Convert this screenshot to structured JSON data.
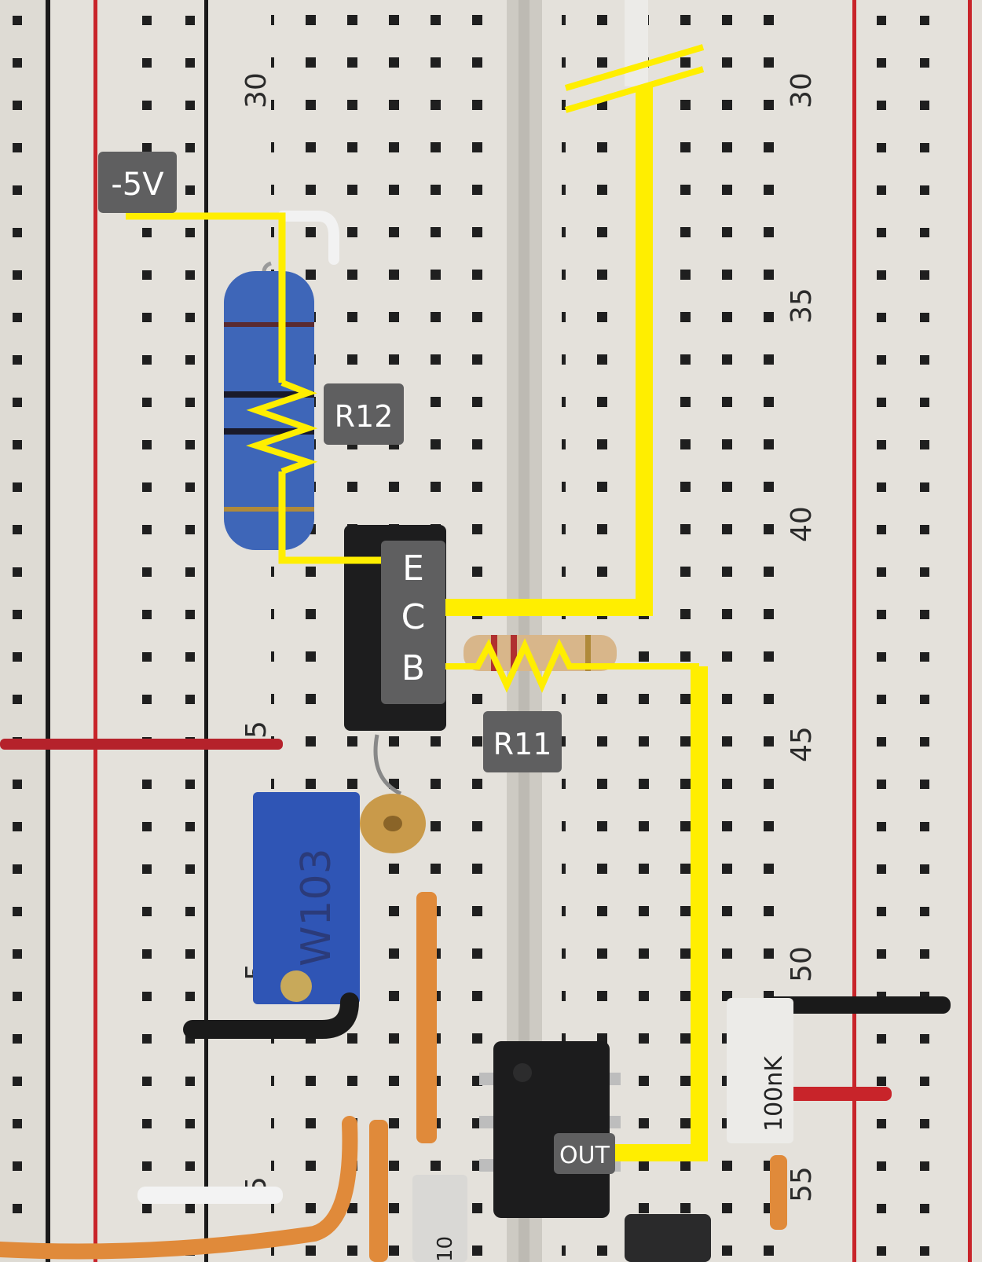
{
  "photo": {
    "subject": "breadboard transistor circuit with annotations",
    "row_numbers": {
      "r30_left": "30",
      "r30_right": "30",
      "r35": "35",
      "r40": "40",
      "r45_left": "5",
      "r45_right": "45",
      "r50_left": "5",
      "r50_right": "50",
      "r55_left": "5",
      "r55_right": "55"
    },
    "labels": {
      "supply": "-5V",
      "r12": "R12",
      "r11": "R11",
      "emitter": "E",
      "collector": "C",
      "base": "B",
      "out": "OUT"
    },
    "component_markings": {
      "trimpot": "W103",
      "capacitor": "100nK",
      "capacitor_bottom": "10"
    },
    "colors": {
      "annotation": "#ffee00",
      "label_bg": "#5f5f60",
      "rail_red": "#c8242a",
      "board": "#e4e1db"
    }
  }
}
